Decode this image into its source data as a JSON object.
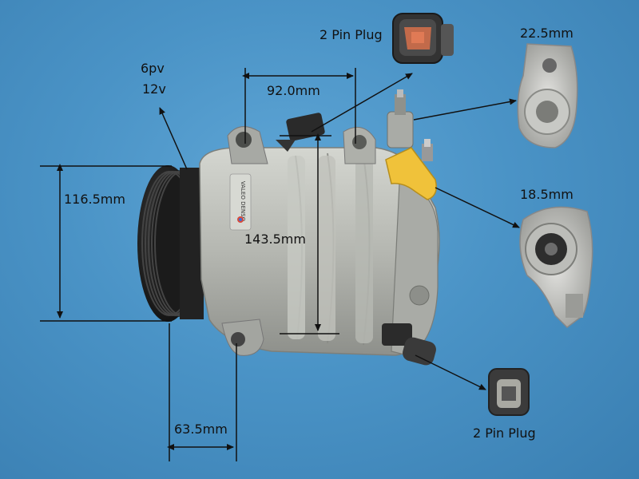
{
  "labels": {
    "pin_plug_top": "2 Pin Plug",
    "pin_plug_bottom": "2 Pin Plug",
    "belt": "6pv",
    "voltage": "12v",
    "dim_92": "92.0mm",
    "dim_1165": "116.5mm",
    "dim_1435": "143.5mm",
    "dim_635": "63.5mm",
    "dim_225": "22.5mm",
    "dim_185": "18.5mm"
  },
  "colors": {
    "background": "#4a93c6",
    "body": "#b9bbb5",
    "pulley": "#1e1e1e",
    "valve": "#f0c23a",
    "arrow": "#111111"
  },
  "product": {
    "label_text": "VALEO DENSO"
  }
}
